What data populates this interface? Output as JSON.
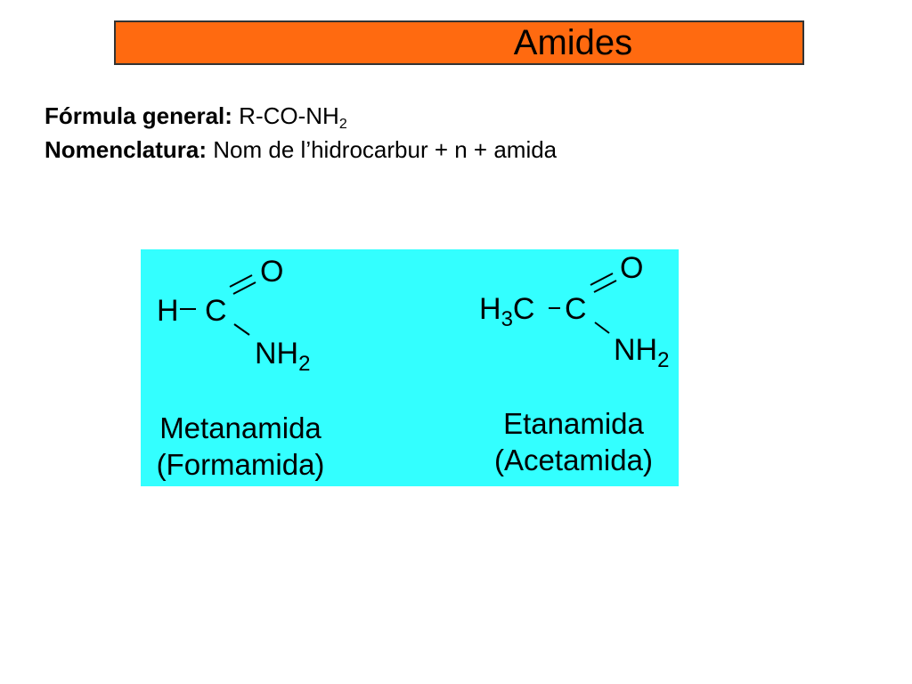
{
  "title": "Amides",
  "formula": {
    "label": "Fórmula general:",
    "value_main": "R-CO-NH",
    "value_sub": "2"
  },
  "nomenclature": {
    "label": "Nomenclatura:",
    "value": "Nom de l’hidrocarbur + n + amida"
  },
  "molecules": [
    {
      "left_group": "H",
      "center_atom": "C",
      "top_atom": "O",
      "bottom_group": "NH",
      "bottom_sub": "2",
      "name": "Metanamida",
      "alt_name": "(Formamida)"
    },
    {
      "left_group": "H",
      "left_sub": "3",
      "left_tail": "C",
      "center_atom": "C",
      "top_atom": "O",
      "bottom_group": "NH",
      "bottom_sub": "2",
      "name": "Etanamida",
      "alt_name": "(Acetamida)"
    }
  ],
  "colors": {
    "title_bg": "#ff6a10",
    "panel_bg": "#33ffff"
  }
}
